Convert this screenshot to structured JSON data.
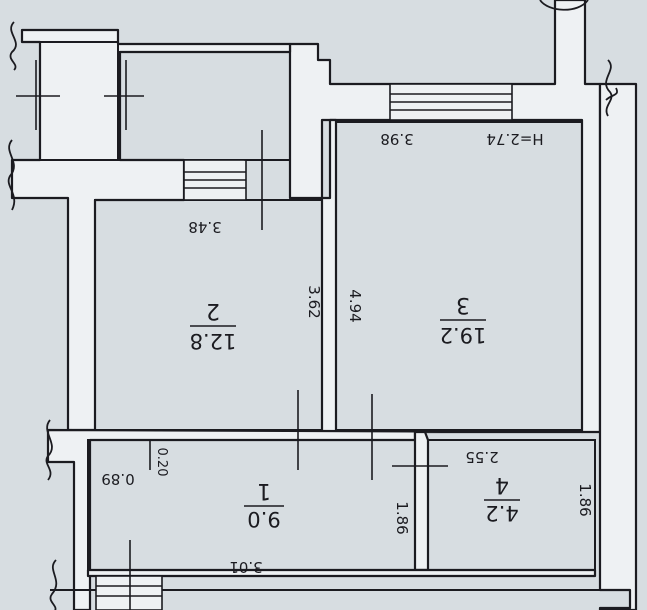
{
  "colors": {
    "paper": "#d7dde1",
    "wall": "#eef1f3",
    "ink": "#1b1b20"
  },
  "rooms": [
    {
      "id": "room-2",
      "number": "2",
      "area": "12.8"
    },
    {
      "id": "room-3",
      "number": "3",
      "area": "19.2"
    },
    {
      "id": "room-1",
      "number": "1",
      "area": "9.0"
    },
    {
      "id": "room-4",
      "number": "4",
      "area": "4.2"
    }
  ],
  "dimensions": {
    "ceiling_height": "H=2.74",
    "room3_top": "3.98",
    "room2_top": "3.48",
    "room2_right": "3.62",
    "room3_left": "4.94",
    "room4_top": "2.55",
    "room4_right": "1.86",
    "room1_right": "1.86",
    "room1_bottom": "3.01",
    "door_width": "0.89",
    "door_offset": "0.20"
  }
}
